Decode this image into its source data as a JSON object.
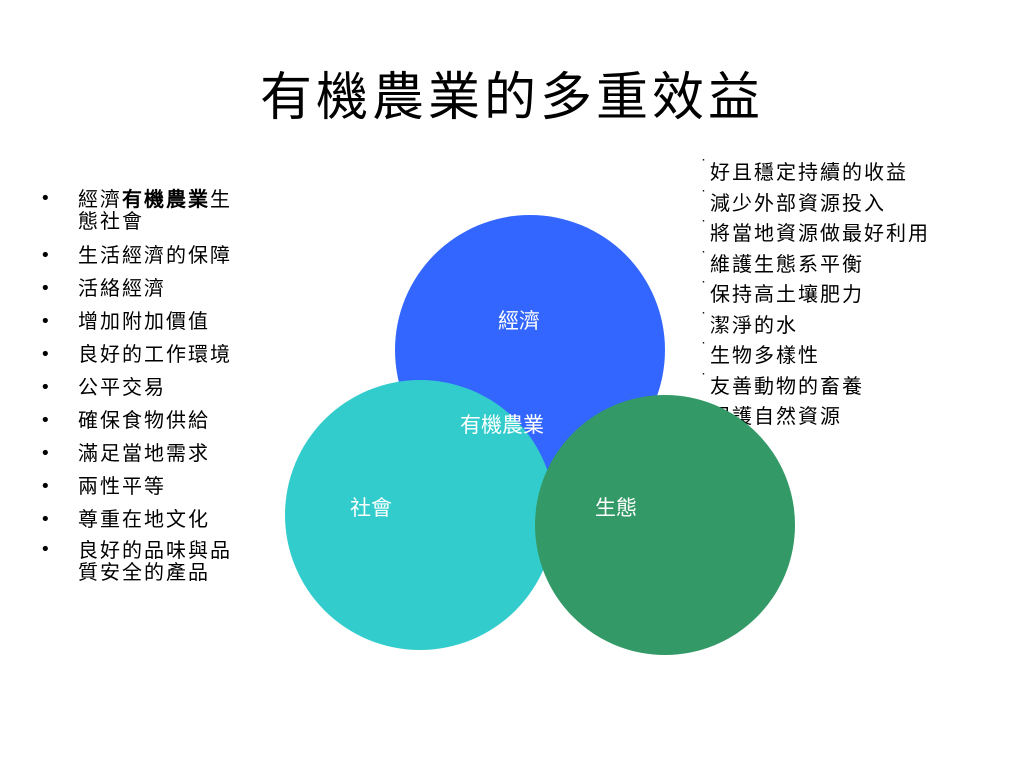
{
  "title": "有機農業的多重效益",
  "left_list": [
    {
      "prefix": "經濟",
      "bold": "有機農業",
      "suffix": "生",
      "line2": "態社會"
    },
    {
      "text": "生活經濟的保障"
    },
    {
      "text": "活絡經濟"
    },
    {
      "text": "增加附加價值"
    },
    {
      "text": "良好的工作環境"
    },
    {
      "text": "公平交易"
    },
    {
      "text": "確保食物供給"
    },
    {
      "text": "滿足當地需求"
    },
    {
      "text": "兩性平等"
    },
    {
      "text": "尊重在地文化"
    },
    {
      "line1": "良好的品味與品",
      "line2": "質安全的產品"
    }
  ],
  "bullet_glyph": "•",
  "right_dot_glyph": "˙",
  "right_list": [
    "好且穩定持續的收益",
    "減少外部資源投入",
    "將當地資源做最好利用",
    "維護生態系平衡",
    "保持高土壤肥力",
    "潔淨的水",
    "生物多樣性",
    "友善動物的畜養",
    "保護自然資源"
  ],
  "venn": {
    "economy_label": "經濟",
    "center_label": "有機農業",
    "society_label": "社會",
    "ecology_label": "生態",
    "colors": {
      "economy": "#3366ff",
      "society": "#33cccc",
      "ecology": "#339966"
    }
  }
}
